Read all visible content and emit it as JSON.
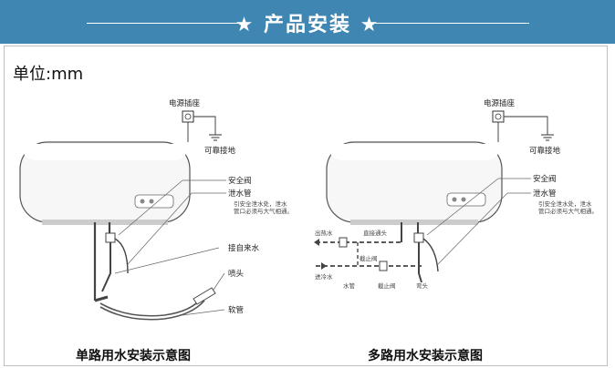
{
  "header": {
    "title": "★ 产品安装 ★"
  },
  "unit_label": "单位:mm",
  "left": {
    "caption": "单路用水安装示意图",
    "labels": {
      "power_socket": "电源插座",
      "ground": "可靠接地",
      "safety_valve": "安全阀",
      "drain_pipe": "泄水管",
      "drain_note_1": "引安全泄水处，泄水",
      "drain_note_2": "管口必须与大气相通。",
      "tap_water_inlet": "接自来水",
      "nozzle": "喷头",
      "hose": "软管"
    }
  },
  "right": {
    "caption": "多路用水安装示意图",
    "labels": {
      "power_socket": "电源插座",
      "ground": "可靠接地",
      "safety_valve": "安全阀",
      "drain_pipe": "泄水管",
      "drain_note_1": "引安全泄水处，泄水",
      "drain_note_2": "管口必须与大气相通。",
      "hot_water_out": "出热水",
      "direct_joint": "直接通头",
      "stop_valve_top": "截止阀",
      "cold_water_in": "进冷水",
      "water_pipe": "水管",
      "stop_valve_bottom": "截止阀",
      "elbow": "弯头"
    }
  },
  "colors": {
    "header_bg": "#3f86b3",
    "header_text": "#ffffff",
    "line": "#333333"
  }
}
